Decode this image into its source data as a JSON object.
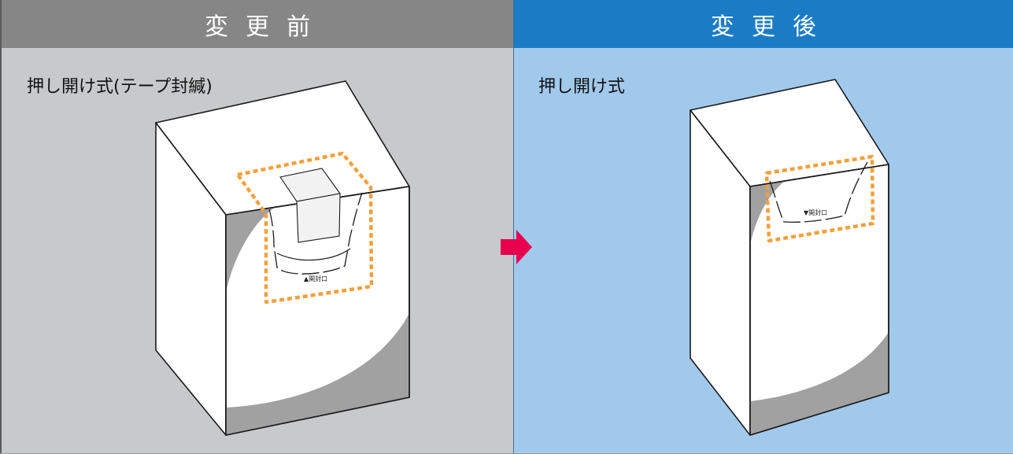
{
  "before": {
    "header": "変更前",
    "subtitle": "押し開け式(テープ封緘)",
    "seal_label": "▲開封口",
    "accent_color": "#f4a03c"
  },
  "after": {
    "header": "変更後",
    "subtitle": "押し開け式",
    "seal_label": "▼開封口",
    "accent_color": "#f4a03c"
  },
  "arrow": {
    "color": "#e6004e",
    "icon": "right-arrow-icon"
  },
  "colors": {
    "before_bg": "#c8c9ca",
    "before_header": "#868686",
    "after_bg": "#a1c9ec",
    "after_header": "#1b7cc5"
  }
}
